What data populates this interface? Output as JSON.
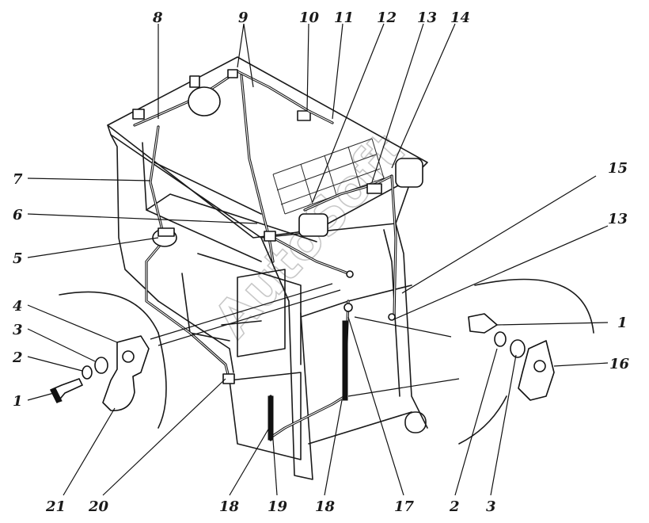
{
  "diagram": {
    "watermark": "AutoSoft",
    "callouts": [
      {
        "id": "c8",
        "text": "8"
      },
      {
        "id": "c9",
        "text": "9"
      },
      {
        "id": "c10",
        "text": "10"
      },
      {
        "id": "c11",
        "text": "11"
      },
      {
        "id": "c12",
        "text": "12"
      },
      {
        "id": "c13a",
        "text": "13"
      },
      {
        "id": "c14",
        "text": "14"
      },
      {
        "id": "c15",
        "text": "15"
      },
      {
        "id": "c13b",
        "text": "13"
      },
      {
        "id": "c7",
        "text": "7"
      },
      {
        "id": "c6",
        "text": "6"
      },
      {
        "id": "c5",
        "text": "5"
      },
      {
        "id": "c4",
        "text": "4"
      },
      {
        "id": "c3l",
        "text": "3"
      },
      {
        "id": "c2l",
        "text": "2"
      },
      {
        "id": "c1l",
        "text": "1"
      },
      {
        "id": "c1r",
        "text": "1"
      },
      {
        "id": "c16",
        "text": "16"
      },
      {
        "id": "c21",
        "text": "21"
      },
      {
        "id": "c20",
        "text": "20"
      },
      {
        "id": "c18a",
        "text": "18"
      },
      {
        "id": "c19",
        "text": "19"
      },
      {
        "id": "c18b",
        "text": "18"
      },
      {
        "id": "c17",
        "text": "17"
      },
      {
        "id": "c2r",
        "text": "2"
      },
      {
        "id": "c3r",
        "text": "3"
      }
    ]
  }
}
